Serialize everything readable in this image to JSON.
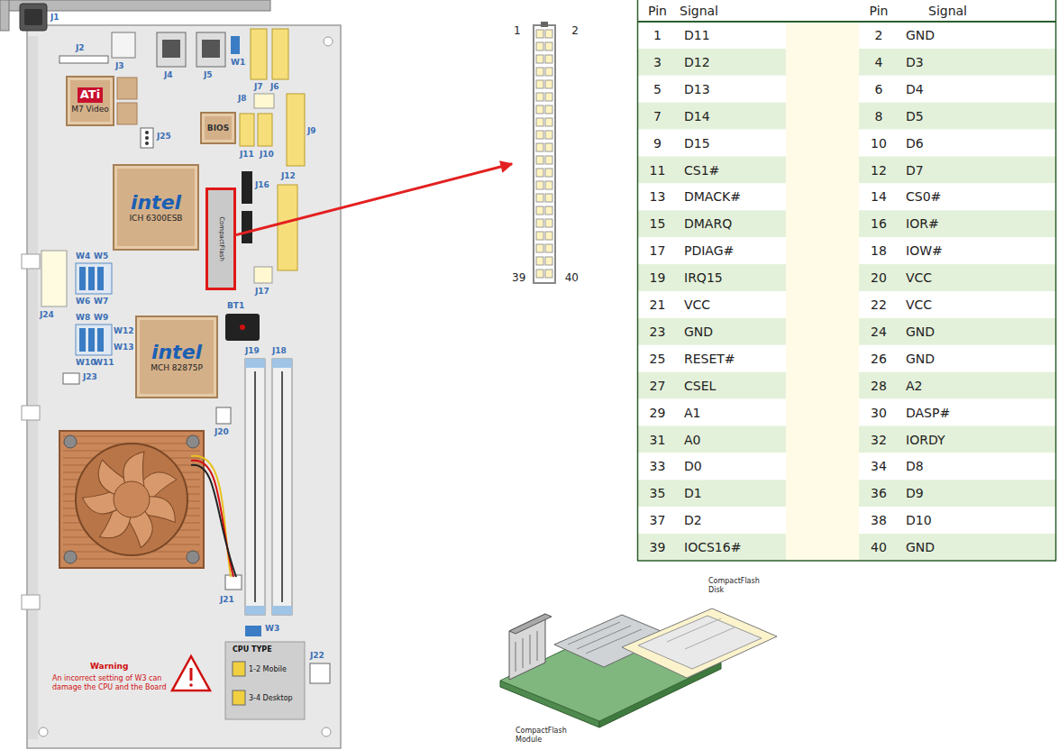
{
  "diagram": {
    "nodes": [
      {
        "text": [
          "ATi",
          "M7 Video"
        ]
      },
      {
        "text": [
          "BIOS"
        ]
      },
      {
        "text": [
          "intel",
          "ICH 6300ESB"
        ]
      },
      {
        "text": [
          "CompactFlash"
        ]
      },
      {
        "text": [
          "intel",
          "MCH 82875P"
        ]
      },
      {
        "text": [
          "1",
          "2",
          "39",
          "40"
        ]
      }
    ],
    "edges": [
      {
        "from": 3,
        "to": 5,
        "arrow": "to"
      }
    ],
    "labels": [
      "Pin",
      "Signal",
      "Pin",
      "Signal",
      "1",
      "D11",
      "2",
      "GND",
      "3",
      "D12",
      "4",
      "D3",
      "5",
      "D13",
      "6",
      "D4",
      "7",
      "D14",
      "8",
      "D5",
      "9",
      "D15",
      "10",
      "D6",
      "11",
      "CS1#",
      "12",
      "D7",
      "13",
      "DMACK#",
      "14",
      "CS0#",
      "15",
      "DMARQ",
      "16",
      "IOR#",
      "17",
      "PDIAG#",
      "18",
      "IOW#",
      "19",
      "IRQ15",
      "20",
      "VCC",
      "21",
      "VCC",
      "22",
      "VCC",
      "23",
      "GND",
      "24",
      "GND",
      "25",
      "RESET#",
      "26",
      "GND",
      "27",
      "CSEL",
      "28",
      "A2",
      "29",
      "A1",
      "30",
      "DASP#",
      "31",
      "A0",
      "32",
      "IORDY",
      "33",
      "D0",
      "34",
      "D8",
      "35",
      "D1",
      "36",
      "D9",
      "37",
      "D2",
      "38",
      "D10",
      "39",
      "IOCS16#",
      "40",
      "GND",
      "J1",
      "J2",
      "J3",
      "J4",
      "J5",
      "W1",
      "J7",
      "J6",
      "J8",
      "J9",
      "J25",
      "J11",
      "J10",
      "J16",
      "J12",
      "J17",
      "J24",
      "W4",
      "W5",
      "W6",
      "W7",
      "W8",
      "W9",
      "W10",
      "W11",
      "W12",
      "W13",
      "J23",
      "BT1",
      "J19",
      "J18",
      "J20",
      "J21",
      "W3",
      "J22",
      "CPU TYPE",
      "1-2 Mobile",
      "3-4 Desktop",
      "Warning",
      "An incorrect setting of W3 can damage the CPU and the Board",
      "CompactFlash Disk",
      "CompactFlash Module"
    ]
  }
}
